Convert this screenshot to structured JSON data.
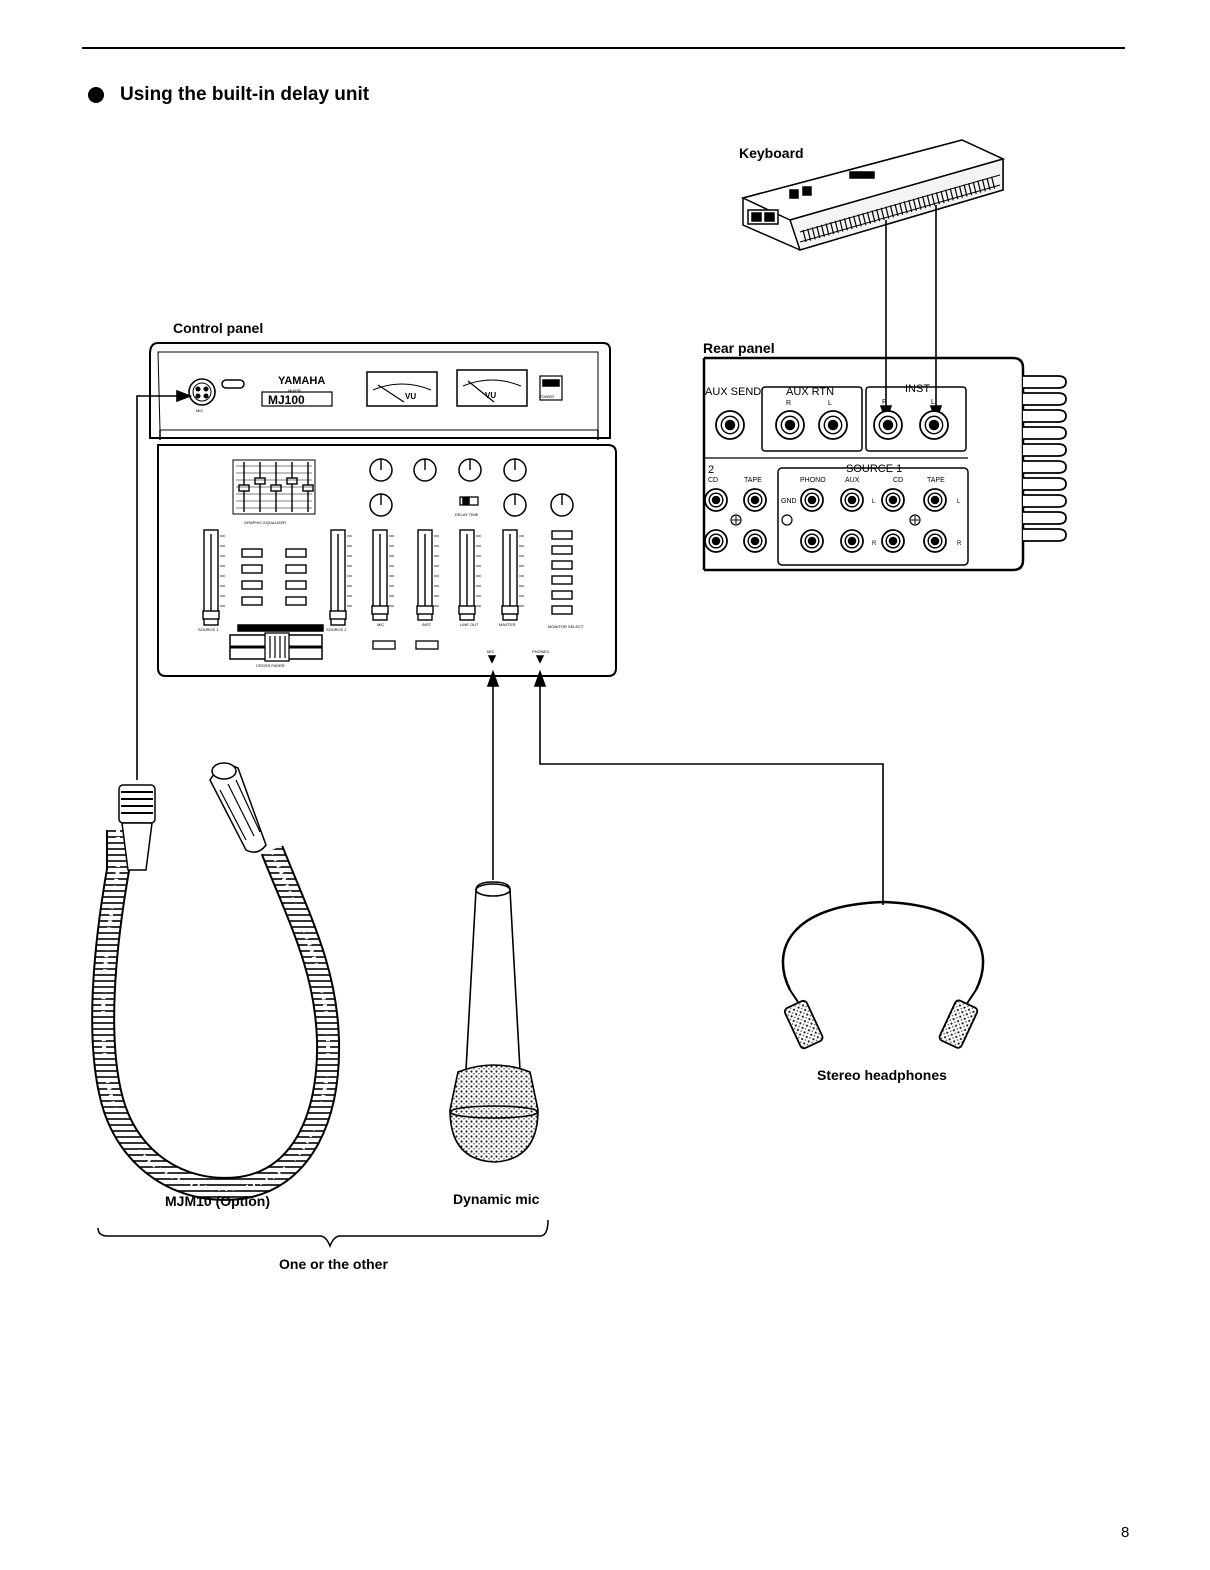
{
  "section": {
    "title": "Using the built-in delay unit"
  },
  "labels": {
    "keyboard": "Keyboard",
    "control_panel": "Control panel",
    "rear_panel": "Rear panel",
    "stereo_headphones": "Stereo headphones",
    "mjm10": "MJM10 (Option)",
    "dynamic_mic": "Dynamic mic",
    "one_or_other": "One or the other"
  },
  "control_panel": {
    "brand": "YAMAHA",
    "mixer": "MIXER",
    "model": "MJ100",
    "mic": "MIC",
    "vu": "VU",
    "power": "POWER",
    "graphic_equalizer": "GRAPHIC EQUALIZER",
    "source1": "SOURCE 1",
    "source2": "SOURCE 2",
    "mic_fader": "MIC",
    "inst_fader": "INST",
    "line_out": "LINE OUT",
    "master": "MASTER",
    "monitor_select": "MONITOR SELECT",
    "cross_fader": "CROSS FADER",
    "delay_time": "DELAY TIME",
    "mic_jack": "MIC",
    "phones_jack": "PHONES"
  },
  "rear_panel": {
    "aux_send": "AUX SEND",
    "aux_rtn": "AUX RTN",
    "inst": "INST",
    "r": "R",
    "l": "L",
    "source2": "2",
    "source1": "SOURCE 1",
    "cd": "CD",
    "tape": "TAPE",
    "phono": "PHONO",
    "aux": "AUX",
    "gnd": "GND"
  },
  "page_number": "8"
}
